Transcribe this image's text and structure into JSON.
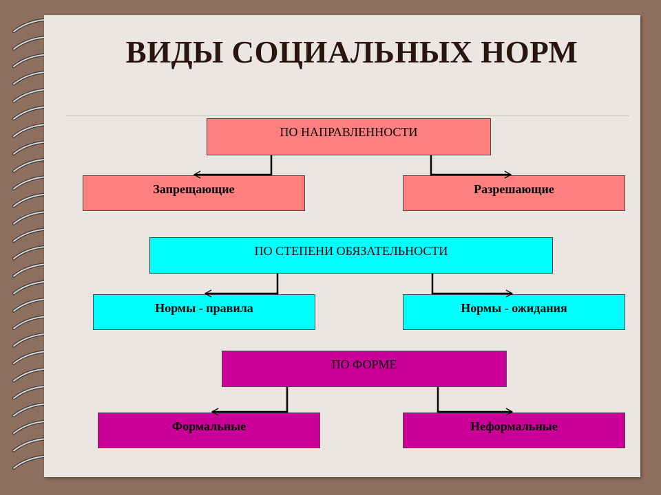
{
  "title": "ВИДЫ СОЦИАЛЬНЫХ НОРМ",
  "groups": [
    {
      "heading": "ПО НАПРАВЛЕННОСТИ",
      "left": "Запрещающие",
      "right": "Разрешающие",
      "color": "#ff7f7e"
    },
    {
      "heading": "ПО СТЕПЕНИ ОБЯЗАТЕЛЬНОСТИ",
      "left": "Нормы - правила",
      "right": "Нормы - ожидания",
      "color": "#00ffff"
    },
    {
      "heading": "ПО ФОРМЕ",
      "left": "Формальные",
      "right": "Неформальные",
      "color": "#cc0099"
    }
  ],
  "colors": {
    "background": "#8e6f5d",
    "sheet": "#ebe6e2",
    "title": "#2a160f",
    "connector": "#000000"
  }
}
